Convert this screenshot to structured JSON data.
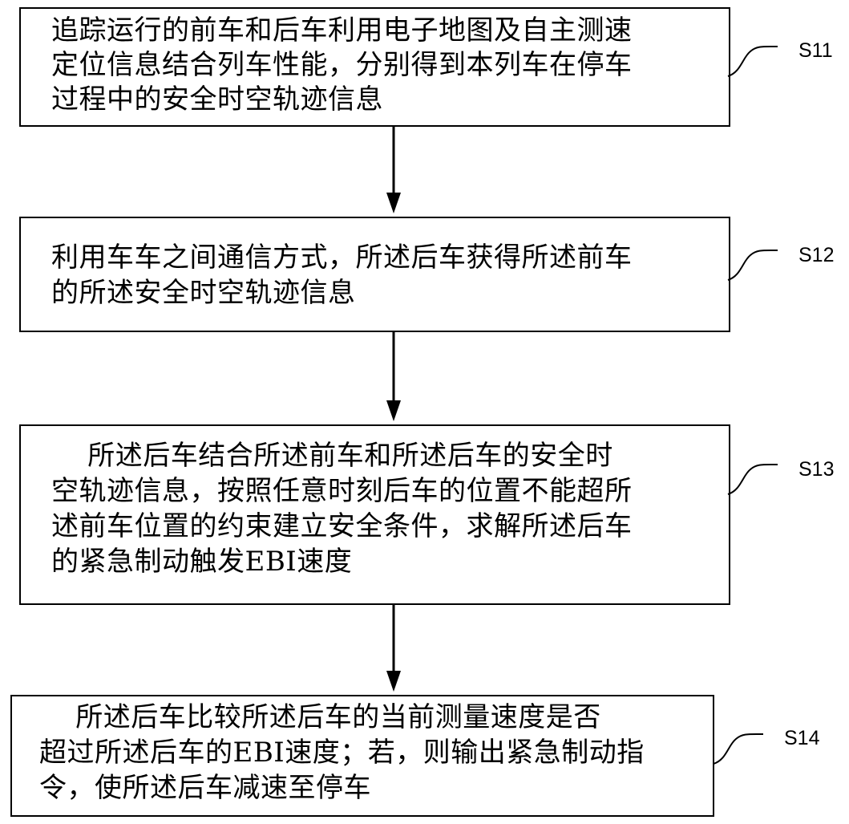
{
  "flowchart": {
    "steps": [
      {
        "label": "S11",
        "lines": [
          "追踪运行的前车和后车利用电子地图及自主测速",
          "定位信息结合列车性能，分别得到本列车在停车",
          "过程中的安全时空轨迹信息"
        ]
      },
      {
        "label": "S12",
        "lines": [
          "利用车车之间通信方式，所述后车获得所述前车",
          "的所述安全时空轨迹信息"
        ]
      },
      {
        "label": "S13",
        "lines": [
          "    所述后车结合所述前车和所述后车的安全时",
          "空轨迹信息，按照任意时刻后车的位置不能超所",
          "述前车位置的约束建立安全条件，求解所述后车",
          "的紧急制动触发EBI速度"
        ]
      },
      {
        "label": "S14",
        "lines": [
          "    所述后车比较所述后车的当前测量速度是否",
          "超过所述后车的EBI速度；若，则输出紧急制动指",
          "令，使所述后车减速至停车"
        ]
      }
    ]
  }
}
